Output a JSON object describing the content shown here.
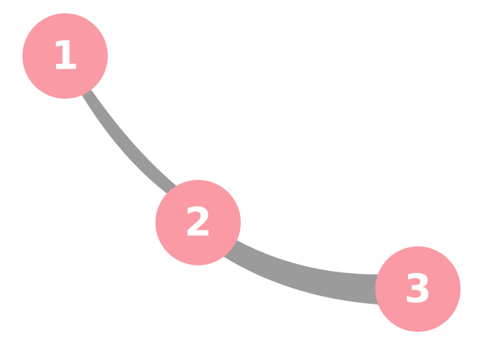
{
  "colors": {
    "node_fill": "#fa9aa4",
    "edge_stroke": "#9b9b9b",
    "label_color": "#ffffff",
    "background": "#ffffff"
  },
  "nodes": [
    {
      "id": "1",
      "label": "1"
    },
    {
      "id": "2",
      "label": "2"
    },
    {
      "id": "3",
      "label": "3"
    }
  ],
  "edges": [
    {
      "from": "1",
      "to": "2"
    },
    {
      "from": "2",
      "to": "3"
    }
  ]
}
